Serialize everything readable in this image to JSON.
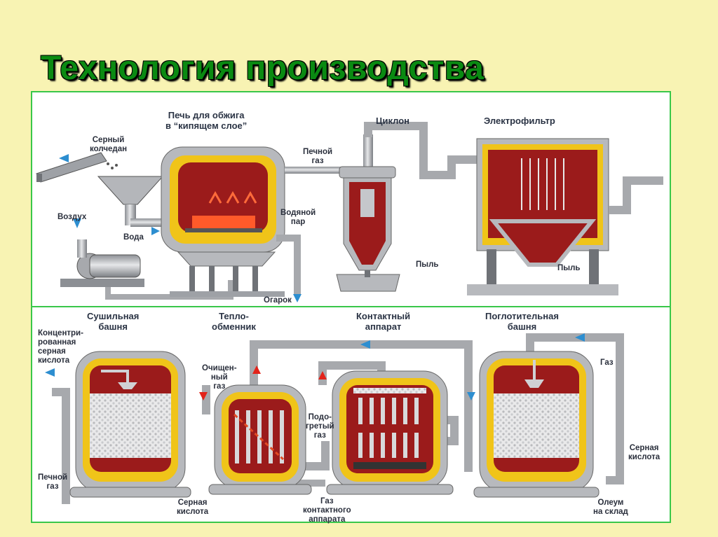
{
  "title": "Технология производства",
  "colors": {
    "title_green": "#0a8a12",
    "frame_green": "#39c74a",
    "furnace_red": "#9b1b1b",
    "lining_yellow": "#f0c419",
    "pipe_grey": "#a7a9ad",
    "background": "#f8f3b3"
  },
  "top_row": {
    "furnace": {
      "line1": "Печь для обжига",
      "line2": "в “кипящем слое”"
    },
    "cyclone": {
      "label": "Циклон"
    },
    "electrofilter": {
      "label": "Электрофильтр"
    },
    "labels": {
      "pyrite_1": "Серный",
      "pyrite_2": "колчедан",
      "air": "Воздух",
      "water": "Вода",
      "furnace_gas_1": "Печной",
      "furnace_gas_2": "газ",
      "steam_1": "Водяной",
      "steam_2": "пар",
      "cinder": "Огарок",
      "dust_cyclone": "Пыль",
      "dust_filter": "Пыль"
    }
  },
  "bottom_row": {
    "drying_tower": {
      "line1": "Сушильная",
      "line2": "башня"
    },
    "heat_exchanger": {
      "line1": "Тепло-",
      "line2": "обменник"
    },
    "contact_apparatus": {
      "line1": "Контактный",
      "line2": "аппарат"
    },
    "absorption_tower": {
      "line1": "Поглотительная",
      "line2": "башня"
    },
    "labels": {
      "conc_acid_1": "Концентри-",
      "conc_acid_2": "рованная",
      "conc_acid_3": "серная",
      "conc_acid_4": "кислота",
      "clean_gas_1": "Очищен-",
      "clean_gas_2": "ный",
      "clean_gas_3": "газ",
      "heated_gas_1": "Подо-",
      "heated_gas_2": "гретый",
      "heated_gas_3": "газ",
      "gas": "Газ",
      "sulfuric_acid_r_1": "Серная",
      "sulfuric_acid_r_2": "кислота",
      "furnace_gas_1": "Печной",
      "furnace_gas_2": "газ",
      "sulfuric_acid_b_1": "Серная",
      "sulfuric_acid_b_2": "кислота",
      "contact_gas_1": "Газ",
      "contact_gas_2": "контактного",
      "contact_gas_3": "аппарата",
      "oleum_1": "Олеум",
      "oleum_2": "на склад"
    }
  }
}
